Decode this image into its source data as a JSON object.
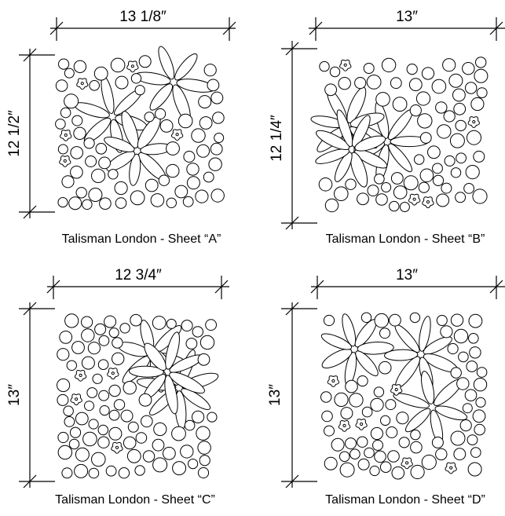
{
  "sheets": [
    {
      "id": "A",
      "width_label": "13 1/8″",
      "height_label": "12 1/2″",
      "caption": "Talisman London - Sheet “A”"
    },
    {
      "id": "B",
      "width_label": "13″",
      "height_label": "12 1/4″",
      "caption": "Talisman London - Sheet “B”"
    },
    {
      "id": "C",
      "width_label": "12 3/4″",
      "height_label": "13″",
      "caption": "Talisman London - Sheet “C”"
    },
    {
      "id": "D",
      "width_label": "13″",
      "height_label": "13″",
      "caption": "Talisman London - Sheet “D”"
    }
  ]
}
